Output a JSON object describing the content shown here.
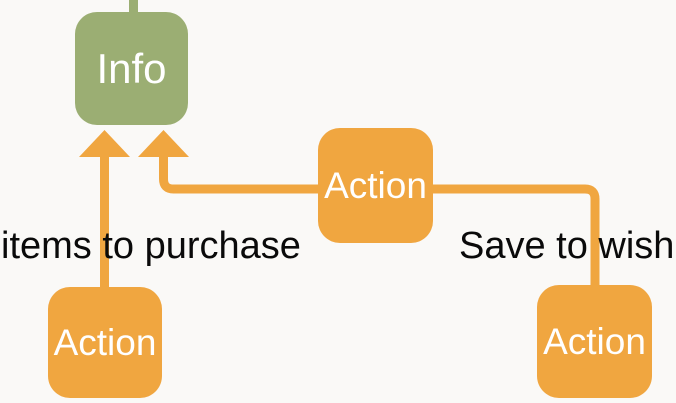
{
  "colors": {
    "background": "#FAF9F7",
    "node-green": "#9BAE73",
    "node-orange": "#F0A640",
    "connector": "#F0A640",
    "label": "#FFFFFF",
    "text": "#0A0A0A"
  },
  "nodes": {
    "info": {
      "label": "Info"
    },
    "action_middle": {
      "label": "Action"
    },
    "action_bottom_left": {
      "label": "Action"
    },
    "action_bottom_right": {
      "label": "Action"
    }
  },
  "annotations": {
    "left": {
      "text": "items to purchase"
    },
    "right": {
      "text": "Save to wish"
    }
  }
}
